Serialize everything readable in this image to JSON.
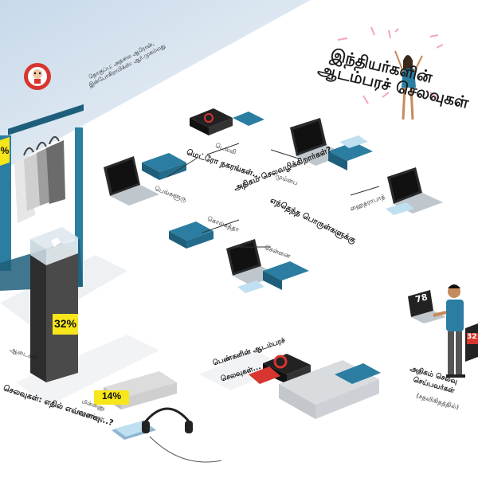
{
  "title": {
    "line1": "இந்தியர்களின்",
    "line2": "ஆடம்பரச் செலவுகள்"
  },
  "intro_text": {
    "line1": "தொகுப்பு: அதலை ஆரோன்,",
    "line2": "இன்போகிராபிக்ஸ்: ஆர்.முகம்மது"
  },
  "center_question": {
    "line1": "மெட்ரோ நகரங்கள்...",
    "line2": "அதிகம் செலவழிக்கிறார்கள்?",
    "line3": "எந்தெந்த பொருள்களுக்கு"
  },
  "cities": {
    "delhi": "டெல்லி",
    "bengaluru": "பெங்களூரு",
    "mumbai": "மும்பை",
    "kolkata": "கொல்கத்தா",
    "hyderabad": "ஹைதராபாத்",
    "chennai": "சென்னை"
  },
  "stats": {
    "clothing_percent": "32%",
    "clothing_label": "ஆடைகள்",
    "electronics_percent": "14%",
    "electronics_label_line1": "மின்னணு",
    "electronics_label_line2": "சாதனங்கள்",
    "corner_percent": "%",
    "laptop_screen_number": "78",
    "box_number": "32"
  },
  "bottom_left_text": "செலவுகள்: எதில் எவ்வளவு...?",
  "women_spending": {
    "line1": "பெண்களின் ஆடம்பரச்",
    "line2": "செலவுகள்..."
  },
  "right_text": {
    "line1": "அதிகம் செலவு",
    "line2": "செய்பவர்கள்",
    "line3": "(சதவிகிதத்தில்)"
  },
  "colors": {
    "wall_top": "#e9eef3",
    "wall_gradient": "#bfd3e6",
    "teal": "#2b7ea1",
    "teal_dark": "#1e5e7a",
    "yellow": "#f6e61a",
    "gray_dark": "#3a3a3a",
    "red": "#d8352f"
  }
}
